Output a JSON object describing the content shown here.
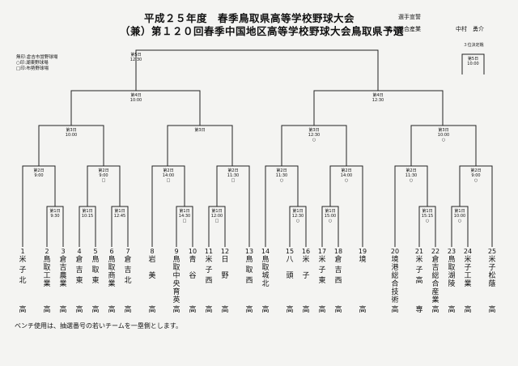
{
  "header": {
    "title_line1": "平成２５年度　春季鳥取県高等学校野球大会",
    "title_line2": "（兼）第１２０回春季中国地区高等学校野球大会鳥取県予選",
    "oath_label": "選手宣誓",
    "oath_school": "倉吉総合産業",
    "oath_name": "中村　勇介"
  },
  "legend": [
    "無印:倉吉市営野球場",
    "○印:湖東野球場",
    "□印:布勢野球場"
  ],
  "third_place_label": "３位決定戦",
  "matches": [
    {
      "id": "final",
      "day": "第5日",
      "time": "12:30",
      "venue": ""
    },
    {
      "id": "third",
      "day": "第5日",
      "time": "10:00",
      "venue": ""
    },
    {
      "id": "sf_left",
      "day": "第4日",
      "time": "10:00",
      "venue": ""
    },
    {
      "id": "sf_right",
      "day": "第4日",
      "time": "12:30",
      "venue": ""
    },
    {
      "id": "qf1",
      "day": "第3日",
      "time": "10:00",
      "venue": ""
    },
    {
      "id": "qf2",
      "day": "第3日",
      "time": "",
      "venue": ""
    },
    {
      "id": "qf3",
      "day": "第3日",
      "time": "12:30",
      "venue": "○"
    },
    {
      "id": "qf4",
      "day": "第3日",
      "time": "10:00",
      "venue": "○"
    },
    {
      "id": "r2_1",
      "day": "第2日",
      "time": "9:00",
      "venue": ""
    },
    {
      "id": "r2_2",
      "day": "第2日",
      "time": "9:00",
      "venue": "□"
    },
    {
      "id": "r2_3",
      "day": "第2日",
      "time": "14:00",
      "venue": "□"
    },
    {
      "id": "r2_4",
      "day": "第2日",
      "time": "11:30",
      "venue": "□"
    },
    {
      "id": "r2_5",
      "day": "第2日",
      "time": "11:30",
      "venue": "○"
    },
    {
      "id": "r2_6",
      "day": "第2日",
      "time": "14:00",
      "venue": "○"
    },
    {
      "id": "r2_7",
      "day": "第2日",
      "time": "11:30",
      "venue": "○"
    },
    {
      "id": "r2_8",
      "day": "第2日",
      "time": "9:00",
      "venue": "○"
    },
    {
      "id": "r1_1",
      "day": "第1日",
      "time": "9:30",
      "venue": ""
    },
    {
      "id": "r1_2",
      "day": "第1日",
      "time": "10:15",
      "venue": ""
    },
    {
      "id": "r1_3",
      "day": "第1日",
      "time": "12:45",
      "venue": ""
    },
    {
      "id": "r1_4",
      "day": "第1日",
      "time": "14:30",
      "venue": "□"
    },
    {
      "id": "r1_5",
      "day": "第1日",
      "time": "12:00",
      "venue": "□"
    },
    {
      "id": "r1_6",
      "day": "第1日",
      "time": "12:30",
      "venue": "○"
    },
    {
      "id": "r1_7",
      "day": "第1日",
      "time": "15:00",
      "venue": "○"
    },
    {
      "id": "r1_8",
      "day": "第1日",
      "time": "15:15",
      "venue": "○"
    },
    {
      "id": "r1_9",
      "day": "第1日",
      "time": "10:00",
      "venue": "○"
    }
  ],
  "teams": [
    {
      "num": "1",
      "name": "米子北高"
    },
    {
      "num": "2",
      "name": "鳥取工業高"
    },
    {
      "num": "3",
      "name": "倉吉農業高"
    },
    {
      "num": "4",
      "name": "倉吉東高"
    },
    {
      "num": "5",
      "name": "鳥取東高"
    },
    {
      "num": "6",
      "name": "鳥取商業高"
    },
    {
      "num": "7",
      "name": "倉吉北高"
    },
    {
      "num": "8",
      "name": "岩美高"
    },
    {
      "num": "9",
      "name": "鳥取中央育英高"
    },
    {
      "num": "10",
      "name": "青谷高"
    },
    {
      "num": "11",
      "name": "米子西高"
    },
    {
      "num": "12",
      "name": "日野高"
    },
    {
      "num": "13",
      "name": "鳥取西高"
    },
    {
      "num": "14",
      "name": "鳥取城北高"
    },
    {
      "num": "15",
      "name": "八頭高"
    },
    {
      "num": "16",
      "name": "米子高"
    },
    {
      "num": "17",
      "name": "米子東高"
    },
    {
      "num": "18",
      "name": "倉吉西高"
    },
    {
      "num": "19",
      "name": "境高"
    },
    {
      "num": "20",
      "name": "境港総合技術高"
    },
    {
      "num": "21",
      "name": "米子高専"
    },
    {
      "num": "22",
      "name": "倉吉総合産業高"
    },
    {
      "num": "23",
      "name": "鳥取湖陵高"
    },
    {
      "num": "24",
      "name": "米子工業高"
    },
    {
      "num": "25",
      "name": "米子松蔭高"
    }
  ],
  "footer": "ベンチ使用は、抽選番号の若いチームを一塁側とします。"
}
